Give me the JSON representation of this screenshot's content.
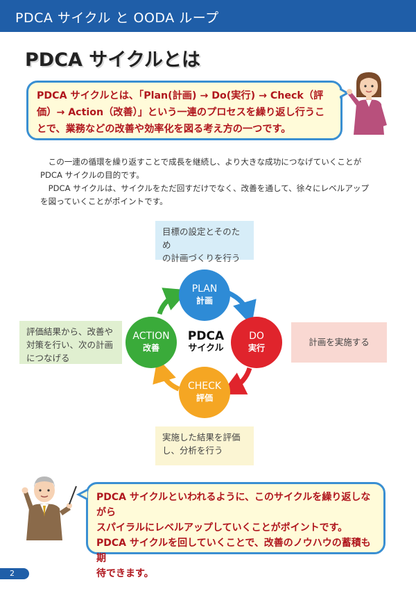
{
  "header": {
    "title": "PDCA サイクル と OODA ループ"
  },
  "page_title": "PDCA サイクルとは",
  "intro_bubble": {
    "lines": [
      "PDCA サイクルとは、「Plan(計画) → Do(実行) → Check（評",
      "価）→ Action（改善）」という一連のプロセスを繰り返し行うこ",
      "とで、業務などの改善や効率化を図る考え方の一つです。"
    ]
  },
  "body": {
    "paragraph1": "この一連の循環を繰り返すことで成長を継続し、より大きな成功につなげていくことが PDCA サイクルの目的です。",
    "paragraph2": "PDCA サイクルは、サイクルをただ回すだけでなく、改善を通して、徐々にレベルアップを図っていくことがポイントです。"
  },
  "cycle": {
    "center_en": "PDCA",
    "center_jp": "サイクル",
    "plan": {
      "en": "PLAN",
      "jp": "計画",
      "note_lines": [
        "目標の設定とそのため",
        "の計画づくりを行う"
      ]
    },
    "do": {
      "en": "DO",
      "jp": "実行",
      "note": "計画を実施する"
    },
    "check": {
      "en": "CHECK",
      "jp": "評価",
      "note_lines": [
        "実施した結果を評価",
        "し、分析を行う"
      ]
    },
    "action": {
      "en": "ACTION",
      "jp": "改善",
      "note_lines": [
        "評価結果から、改善や",
        "対策を行い、次の計画",
        "につなげる"
      ]
    }
  },
  "summary_bubble": {
    "lines": [
      "PDCA サイクルといわれるように、このサイクルを繰り返しながら",
      "スパイラルにレベルアップしていくことがポイントです。",
      "PDCA サイクルを回していくことで、改善のノウハウの蓄積も期",
      "待できます。"
    ]
  },
  "page_number": "2",
  "colors": {
    "header": "#1f5ea8",
    "bubble_border": "#3a8fd2",
    "bubble_fill": "#fffbd9",
    "bubble_text": "#b0171e",
    "plan": "#2e8bd6",
    "do": "#e0242c",
    "check": "#f5a623",
    "action": "#3aab3a"
  },
  "icons": [
    "woman-presenter-illustration",
    "man-pointer-illustration"
  ]
}
